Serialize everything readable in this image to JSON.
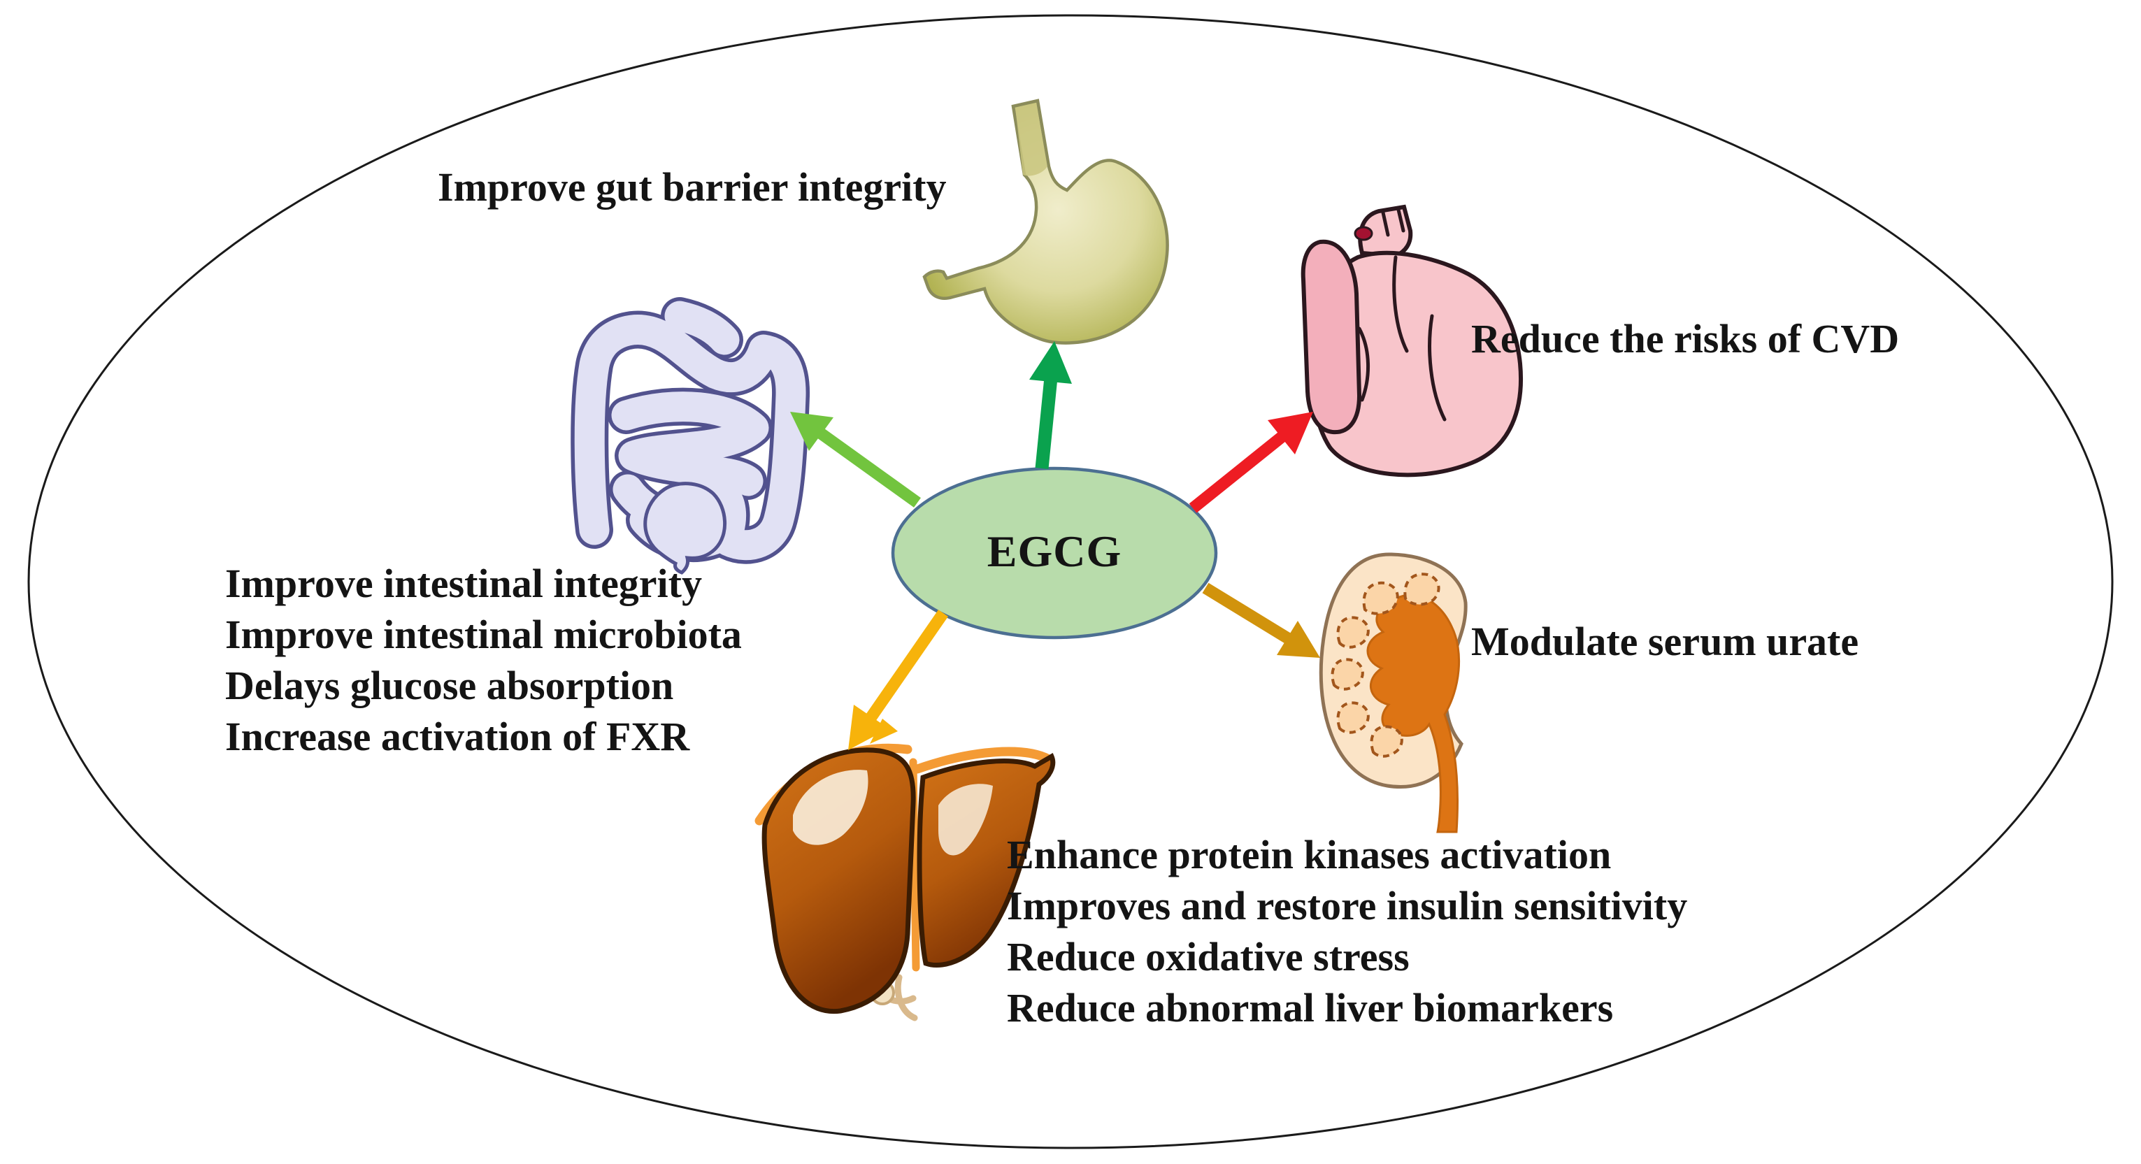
{
  "diagram": {
    "center": {
      "label": "EGCG"
    },
    "stomach": {
      "icon": "stomach-icon",
      "label": "Improve gut barrier integrity"
    },
    "heart": {
      "icon": "heart-icon",
      "label": "Reduce the risks of CVD"
    },
    "kidney": {
      "icon": "kidney-icon",
      "label": "Modulate serum urate"
    },
    "intestine": {
      "icon": "intestines-icon",
      "lines": [
        "Improve intestinal integrity",
        "Improve intestinal microbiota",
        "Delays glucose absorption",
        "Increase activation of FXR"
      ]
    },
    "liver": {
      "icon": "liver-icon",
      "lines": [
        "Enhance protein kinases activation",
        "Improves and restore insulin sensitivity",
        "Reduce oxidative stress",
        "Reduce abnormal liver biomarkers"
      ]
    }
  },
  "colors": {
    "background": "#ffffff",
    "text": "#141414",
    "outer_border": "#1a1a1a",
    "egcg_fill": "#b8dcab",
    "egcg_border": "#4c6f92",
    "arrow_stomach": "#0aa24e",
    "arrow_intestine": "#72c43e",
    "arrow_heart": "#ee1c23",
    "arrow_kidney": "#d1930c",
    "arrow_liver": "#f7b30b",
    "stomach_outline": "#8b8c5a",
    "stomach_mid": "#c9c57f",
    "heart_fill": "#f8c5cb",
    "heart_shade": "#f3afbb",
    "heart_outline": "#2b171e",
    "heart_spot": "#a31231",
    "intestine_fill": "#e1e1f4",
    "intestine_outline": "#52528e",
    "kidney_outer": "#fbe4c7",
    "kidney_outline": "#8f7254",
    "kidney_pelvis": "#dd7414",
    "kidney_pyramid": "#fbd5a8",
    "kidney_pyramid_outline": "#a2561c",
    "liver_rim": "#f49b35",
    "liver_outline": "#3a1c03",
    "liver_highlight": "#f9eedd"
  }
}
